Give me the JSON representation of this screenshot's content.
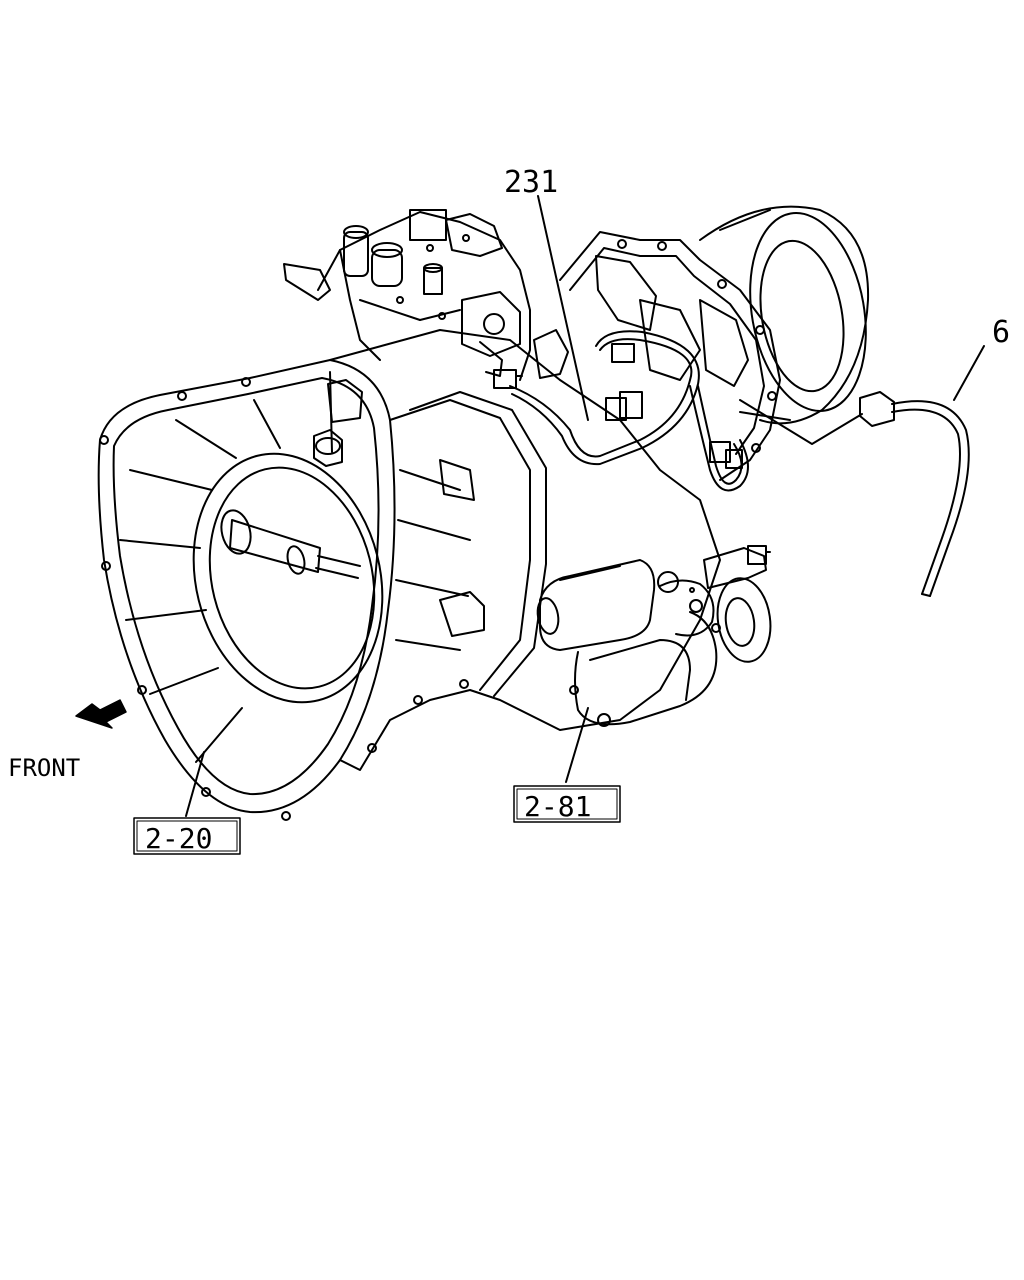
{
  "diagram": {
    "callouts": {
      "part_231": "231",
      "part_6": "6"
    },
    "references": {
      "ref_2_20": "2-20",
      "ref_2_81": "2-81"
    },
    "direction": {
      "front_label": "FRONT",
      "arrow_icon": "front-arrow-icon"
    },
    "colors": {
      "line": "#000000",
      "background": "#ffffff"
    }
  }
}
